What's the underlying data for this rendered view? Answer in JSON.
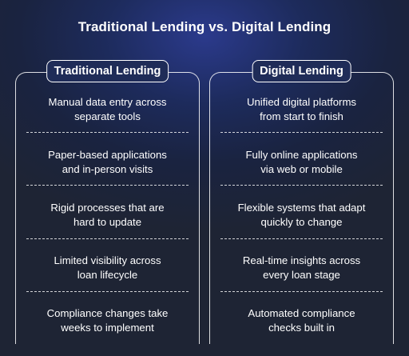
{
  "title": "Traditional Lending vs. Digital Lending",
  "traditional": {
    "label": "Traditional Lending",
    "items": [
      {
        "line1": "Manual data entry across",
        "line2": "separate tools"
      },
      {
        "line1": "Paper-based applications",
        "line2": "and in-person visits"
      },
      {
        "line1": "Rigid processes that are",
        "line2": "hard to update"
      },
      {
        "line1": "Limited visibility across",
        "line2": "loan lifecycle"
      },
      {
        "line1": "Compliance changes take",
        "line2": "weeks to implement"
      }
    ]
  },
  "digital": {
    "label": "Digital Lending",
    "items": [
      {
        "line1": "Unified digital platforms",
        "line2": "from start to finish"
      },
      {
        "line1": "Fully online applications",
        "line2": "via web or mobile"
      },
      {
        "line1": "Flexible systems that adapt",
        "line2": "quickly to change"
      },
      {
        "line1": "Real-time insights across",
        "line2": "every loan stage"
      },
      {
        "line1": "Automated compliance",
        "line2": "checks built in"
      }
    ]
  }
}
